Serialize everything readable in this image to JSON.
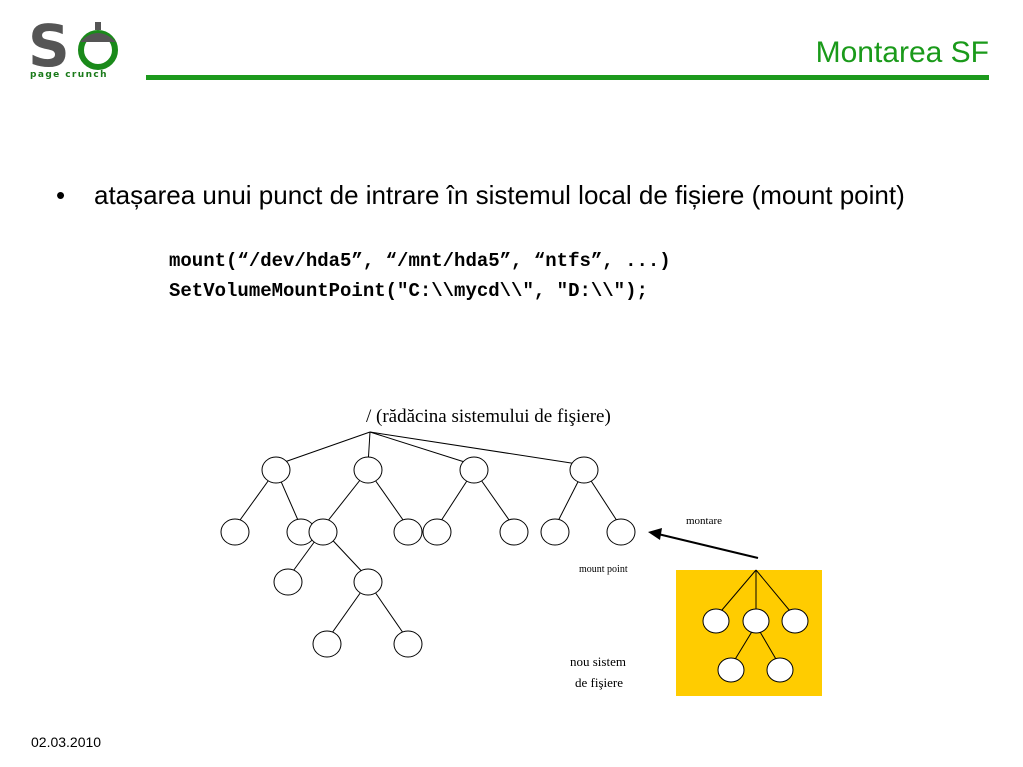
{
  "header": {
    "logo_text": "page crunch",
    "title": "Montarea SF"
  },
  "content": {
    "bullet_symbol": "•",
    "bullet_text": "atașarea unui punct de intrare în sistemul local de fișiere (mount point)",
    "code_lines": [
      "mount(“/dev/hda5”, “/mnt/hda5”, “ntfs”, ...)",
      "SetVolumeMountPoint(\"C:\\\\mycd\\\\\", \"D:\\\\\");"
    ]
  },
  "diagram": {
    "root_label": "/  (rădăcina sistemului de fişiere)",
    "arrow_label": "montare",
    "mount_point_label": "mount point",
    "new_fs_label_line1": "nou sistem",
    "new_fs_label_line2": "de fişiere",
    "new_fs_color": "#ffcc00"
  },
  "footer": {
    "date": "02.03.2010"
  }
}
